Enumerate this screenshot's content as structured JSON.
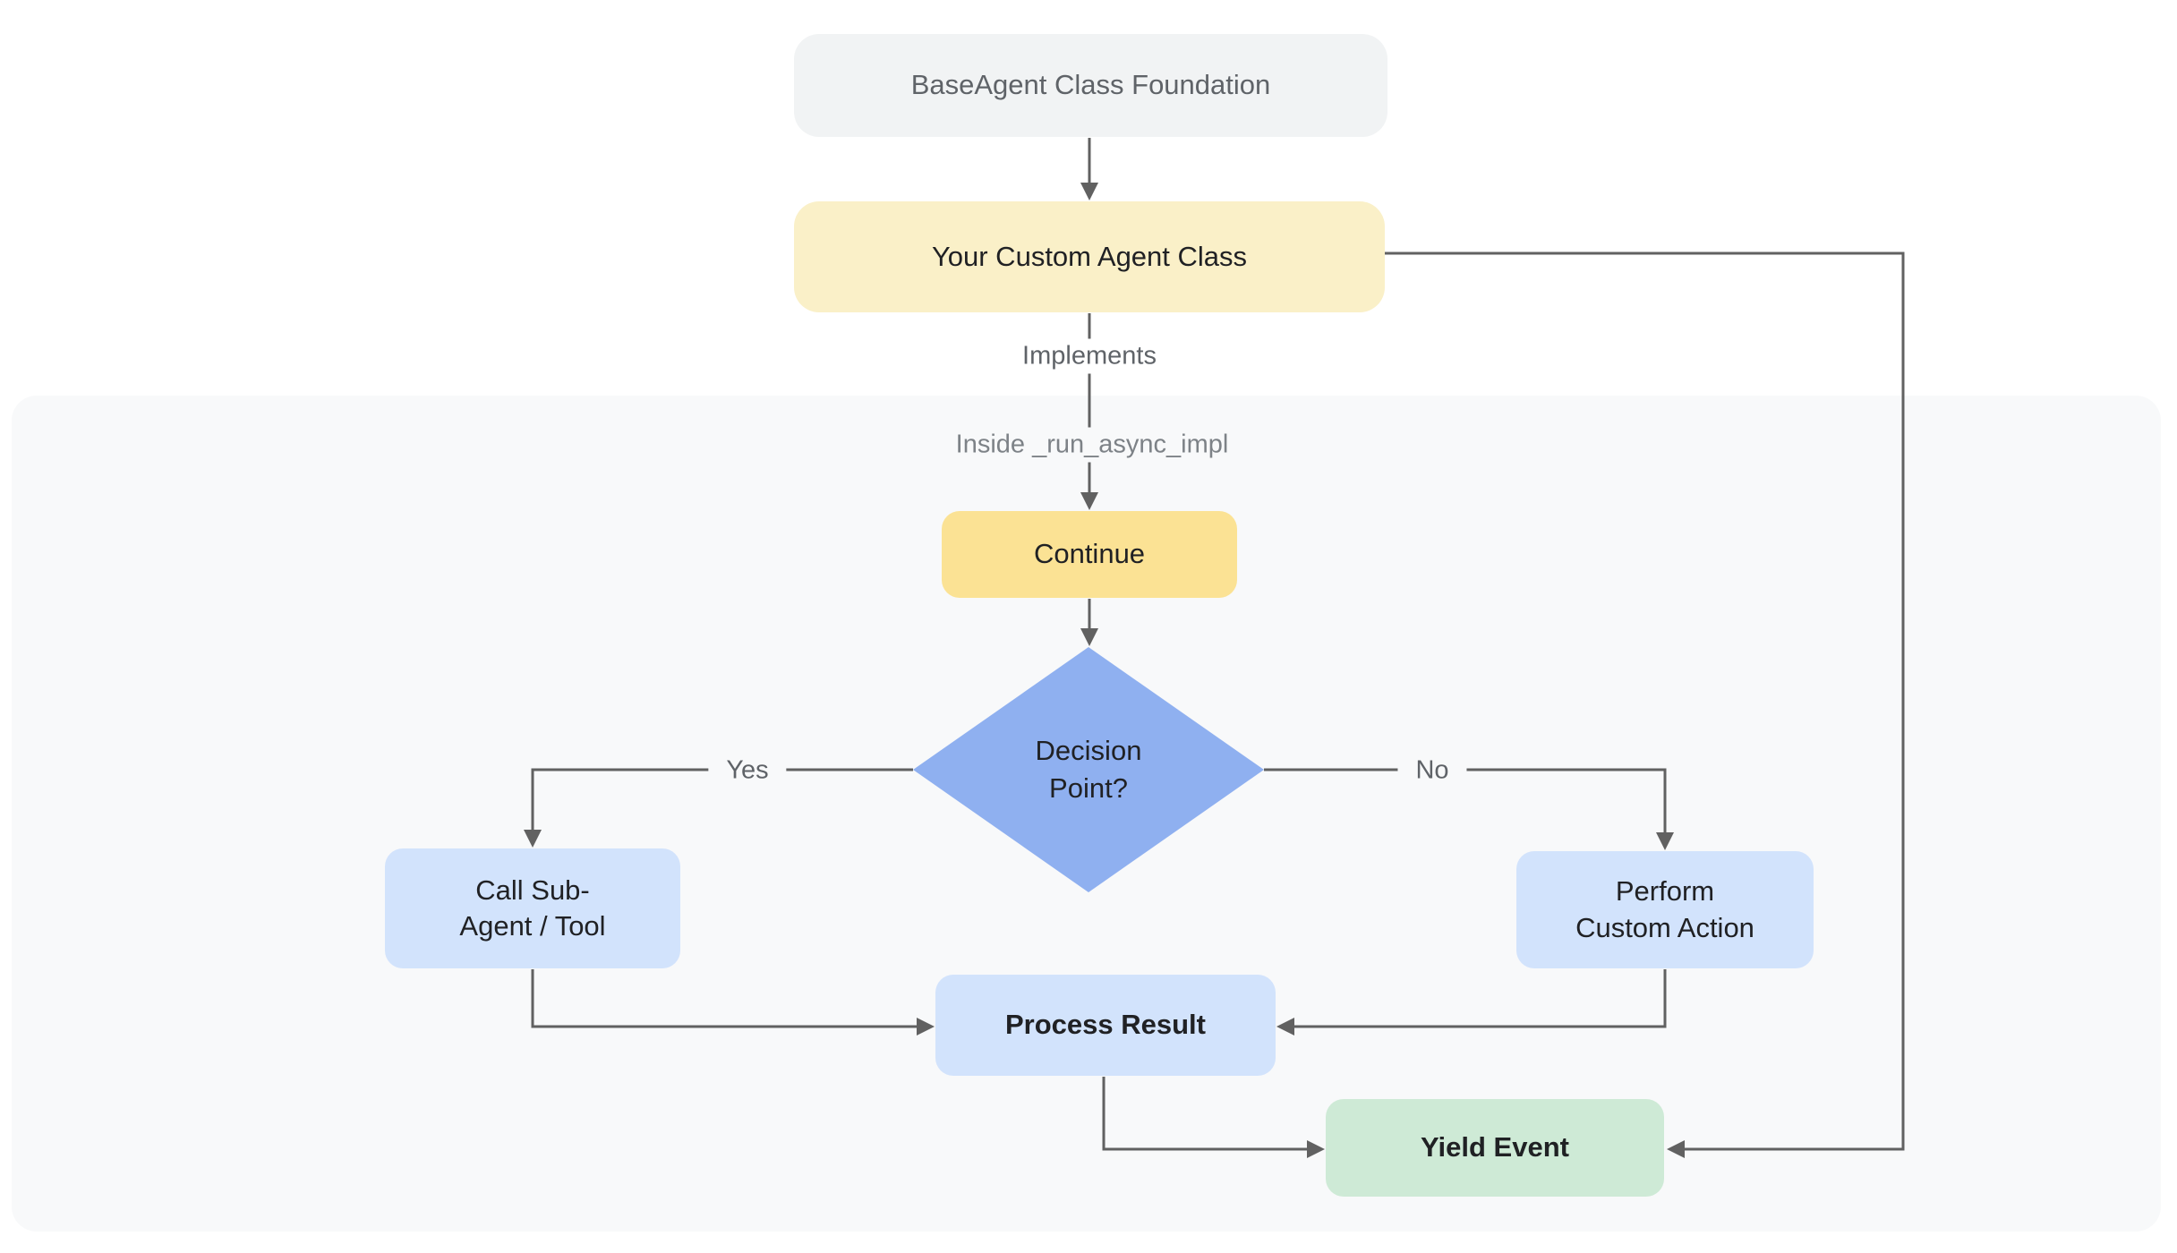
{
  "colors": {
    "page-bg": "#ffffff",
    "container-bg": "#f8f9fa",
    "edge": "#616161",
    "node-text": "#202124",
    "muted-text": "#5f6368",
    "subgraph-label-text": "#7d8287",
    "gray-node-bg": "#f1f3f4",
    "gray-node-text": "#5f6368",
    "cream-node-bg": "#faf0c8",
    "yellow-node-bg": "#fbe294",
    "diamond-bg": "#8fb0f0",
    "blue-node-bg": "#d2e3fc",
    "green-node-bg": "#ceead6"
  },
  "nodes": {
    "base_agent": {
      "label": "BaseAgent Class Foundation"
    },
    "custom_agent": {
      "label": "Your Custom Agent Class"
    },
    "continue_step": {
      "label": "Continue"
    },
    "decision": {
      "lines": [
        "Decision",
        "Point?"
      ]
    },
    "call_sub_agent": {
      "lines": [
        "Call Sub-",
        "Agent / Tool"
      ]
    },
    "perform_custom_action": {
      "lines": [
        "Perform",
        "Custom Action"
      ]
    },
    "process_result": {
      "label": "Process Result"
    },
    "yield_event": {
      "label": "Yield Event"
    }
  },
  "edge_labels": {
    "implements": "Implements",
    "subgraph_title": "Inside _run_async_impl",
    "yes": "Yes",
    "no": "No"
  }
}
